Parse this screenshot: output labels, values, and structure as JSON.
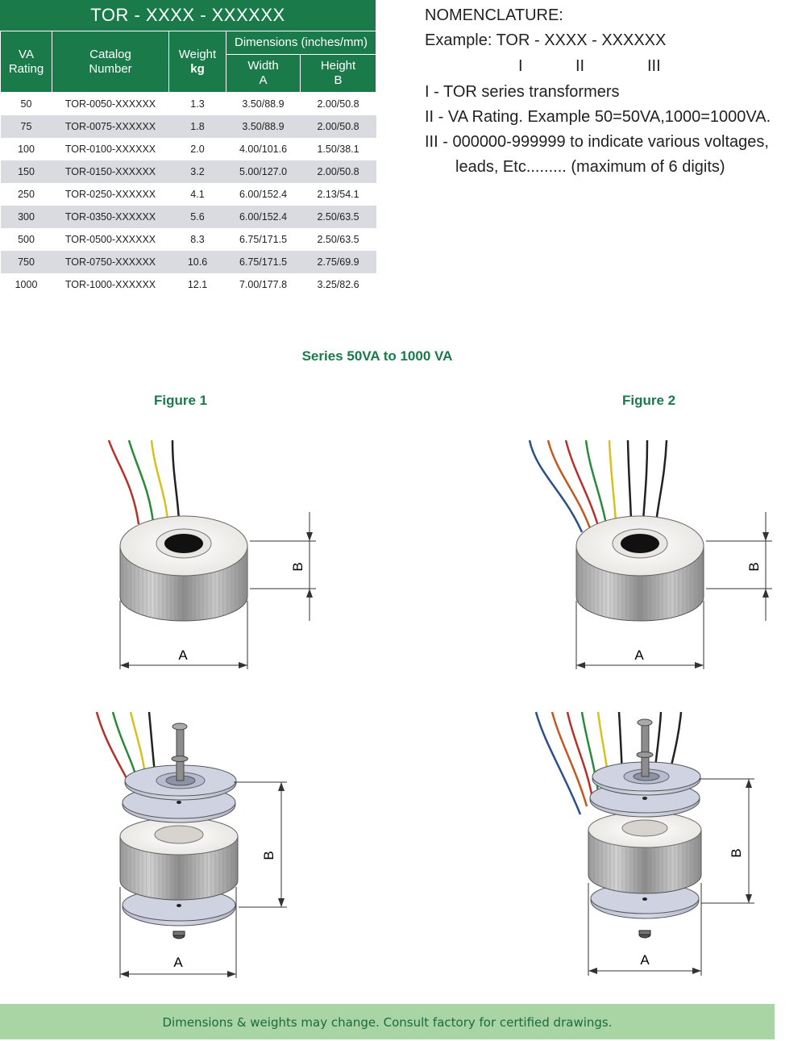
{
  "table": {
    "title": "TOR - XXXX - XXXXXX",
    "headers": {
      "va_line1": "VA",
      "va_line2": "Rating",
      "catalog_line1": "Catalog",
      "catalog_line2": "Number",
      "weight_line1": "Weight",
      "weight_line2": "kg",
      "dimensions": "Dimensions (inches/mm)",
      "width_line1": "Width",
      "width_line2": "A",
      "height_line1": "Height",
      "height_line2": "B"
    },
    "rows": [
      {
        "va": "50",
        "catalog": "TOR-0050-XXXXXX",
        "weight": "1.3",
        "width": "3.50/88.9",
        "height": "2.00/50.8"
      },
      {
        "va": "75",
        "catalog": "TOR-0075-XXXXXX",
        "weight": "1.8",
        "width": "3.50/88.9",
        "height": "2.00/50.8"
      },
      {
        "va": "100",
        "catalog": "TOR-0100-XXXXXX",
        "weight": "2.0",
        "width": "4.00/101.6",
        "height": "1.50/38.1"
      },
      {
        "va": "150",
        "catalog": "TOR-0150-XXXXXX",
        "weight": "3.2",
        "width": "5.00/127.0",
        "height": "2.00/50.8"
      },
      {
        "va": "250",
        "catalog": "TOR-0250-XXXXXX",
        "weight": "4.1",
        "width": "6.00/152.4",
        "height": "2.13/54.1"
      },
      {
        "va": "300",
        "catalog": "TOR-0350-XXXXXX",
        "weight": "5.6",
        "width": "6.00/152.4",
        "height": "2.50/63.5"
      },
      {
        "va": "500",
        "catalog": "TOR-0500-XXXXXX",
        "weight": "8.3",
        "width": "6.75/171.5",
        "height": "2.50/63.5"
      },
      {
        "va": "750",
        "catalog": "TOR-0750-XXXXXX",
        "weight": "10.6",
        "width": "6.75/171.5",
        "height": "2.75/69.9"
      },
      {
        "va": "1000",
        "catalog": "TOR-1000-XXXXXX",
        "weight": "12.1",
        "width": "7.00/177.8",
        "height": "3.25/82.6"
      }
    ]
  },
  "nomenclature": {
    "heading": "NOMENCLATURE:",
    "example": "Example: TOR - XXXX - XXXXXX",
    "marker_1": "I",
    "marker_2": "II",
    "marker_3": "III",
    "item_1": "I - TOR series transformers",
    "item_2": "II - VA Rating. Example 50=50VA,1000=1000VA.",
    "item_3a": "III - 000000-999999 to indicate various voltages,",
    "item_3b": "leads, Etc......... (maximum of 6 digits)"
  },
  "figures": {
    "series_title": "Series 50VA to 1000 VA",
    "figure_1": "Figure 1",
    "figure_2": "Figure 2",
    "dim_a": "A",
    "dim_b": "B"
  },
  "footer": "Dimensions & weights may change.  Consult factory for certified drawings.",
  "colors": {
    "brand_green": "#1a7a4a",
    "row_alt": "#d9dbe0",
    "footer_bg": "#a8d5a3"
  }
}
